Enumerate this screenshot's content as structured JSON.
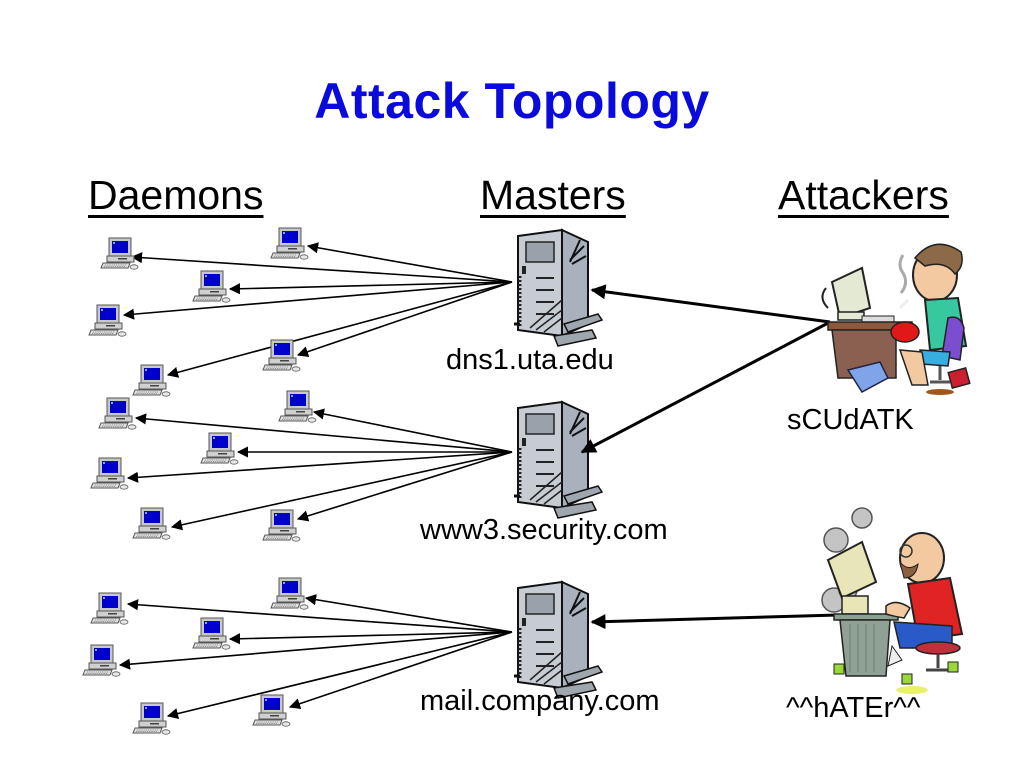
{
  "title": "Attack Topology",
  "columns": {
    "daemons": "Daemons",
    "masters": "Masters",
    "attackers": "Attackers"
  },
  "masters": [
    {
      "name": "dns1.uta.edu",
      "icon": "server-tower-icon"
    },
    {
      "name": "www3.security.com",
      "icon": "server-tower-icon"
    },
    {
      "name": "mail.company.com",
      "icon": "server-tower-icon"
    }
  ],
  "attackers": [
    {
      "name": "sCUdATK",
      "icon": "hacker-at-desk-icon",
      "controls": [
        "dns1.uta.edu",
        "www3.security.com"
      ]
    },
    {
      "name": "^^hATEr^^",
      "icon": "angry-hacker-smoking-computer-icon",
      "controls": [
        "mail.company.com"
      ]
    }
  ],
  "daemon_groups": [
    {
      "master": "dns1.uta.edu",
      "daemon_count": 6,
      "icon": "desktop-computer-icon"
    },
    {
      "master": "www3.security.com",
      "daemon_count": 6,
      "icon": "desktop-computer-icon"
    },
    {
      "master": "mail.company.com",
      "daemon_count": 6,
      "icon": "desktop-computer-icon"
    }
  ],
  "colors": {
    "title": "#0a0adc",
    "text": "#000000",
    "screen": "#0000cc",
    "server": "#8a9099"
  }
}
